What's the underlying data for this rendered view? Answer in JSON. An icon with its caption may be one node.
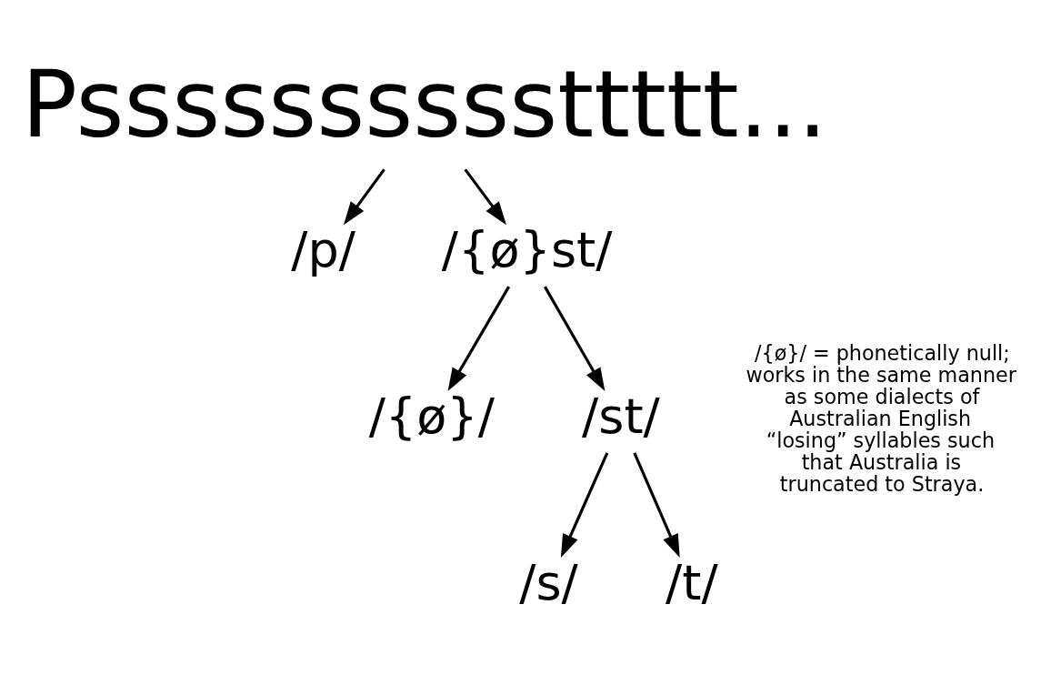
{
  "diagram": {
    "nodes": [
      {
        "text": [
          "Pssssssssssttttt..."
        ]
      },
      {
        "text": [
          "/p/"
        ]
      },
      {
        "text": [
          "/{ø}st/"
        ]
      },
      {
        "text": [
          "/{ø}/"
        ]
      },
      {
        "text": [
          "/st/"
        ]
      },
      {
        "text": [
          "/s/"
        ]
      },
      {
        "text": [
          "/t/"
        ]
      }
    ],
    "edges": [
      {
        "from": 0,
        "to": 1,
        "arrow": "to"
      },
      {
        "from": 0,
        "to": 2,
        "arrow": "to"
      },
      {
        "from": 2,
        "to": 3,
        "arrow": "to"
      },
      {
        "from": 2,
        "to": 4,
        "arrow": "to"
      },
      {
        "from": 4,
        "to": 5,
        "arrow": "to"
      },
      {
        "from": 4,
        "to": 6,
        "arrow": "to"
      }
    ],
    "labels": [
      "/{ø}/ = phonetically null; works in the same manner as some dialects of Australian English “losing” syllables such that Australia is truncated to Straya."
    ]
  }
}
